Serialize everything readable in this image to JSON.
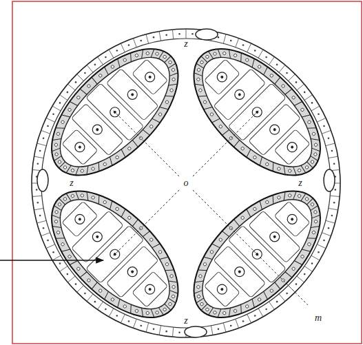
{
  "diagram": {
    "labels": [
      "z",
      "z",
      "o",
      "z",
      "z",
      "m"
    ]
  }
}
